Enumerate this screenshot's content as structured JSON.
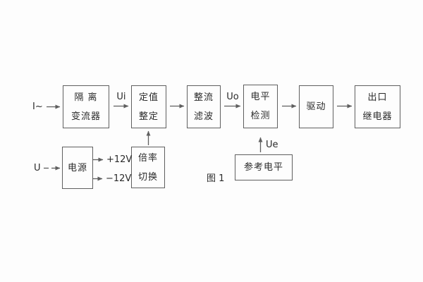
{
  "figure": {
    "caption": "图 1"
  },
  "colors": {
    "background": "#fdfdfd",
    "line": "#5f5f5f",
    "text": "#2a2a2a"
  },
  "inputs": {
    "current_input": "I~",
    "voltage_input": "U"
  },
  "signals": {
    "ui": "Ui",
    "uo": "Uo",
    "ue": "Ue",
    "plus_12v": "+12V",
    "minus_12v": "−12V"
  },
  "blocks": {
    "isolation_transformer": {
      "line1": "隔 离",
      "line2": "变流器"
    },
    "setpoint_setting": {
      "line1": "定值",
      "line2": "整定"
    },
    "rectifier_filter": {
      "line1": "整流",
      "line2": "滤波"
    },
    "level_detection": {
      "line1": "电平",
      "line2": "检测"
    },
    "drive": {
      "line1": "驱动"
    },
    "output_relay": {
      "line1": "出口",
      "line2": "继电器"
    },
    "power_supply": {
      "line1": "电源"
    },
    "multiplier_switch": {
      "line1": "倍率",
      "line2": "切换"
    },
    "reference_level": {
      "line1": "参考电平"
    }
  },
  "connections": [
    "I~ → 隔离变流器",
    "隔离变流器 →Ui→ 定值整定",
    "定值整定 → 整流滤波",
    "整流滤波 →Uo→ 电平检测",
    "电平检测 → 驱动",
    "驱动 → 出口继电器",
    "U → 电源",
    "电源 → +12V",
    "电源 → −12V",
    "倍率切换 ↑ 定值整定",
    "参考电平 ↑Ue 电平检测"
  ]
}
